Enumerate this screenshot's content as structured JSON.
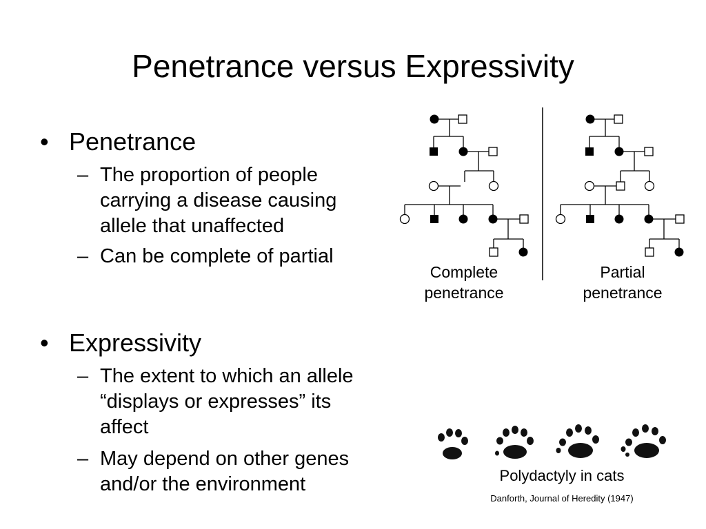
{
  "slide": {
    "title": "Penetrance versus Expressivity",
    "bullets": [
      {
        "marker": "•",
        "label": "Penetrance",
        "subs": [
          {
            "marker": "–",
            "lines": [
              "The proportion of people",
              "carrying a disease causing",
              "allele that unaffected"
            ]
          },
          {
            "marker": "–",
            "lines": [
              "Can be complete of partial"
            ]
          }
        ]
      },
      {
        "marker": "•",
        "label": "Expressivity",
        "subs": [
          {
            "marker": "–",
            "lines": [
              "The extent to which an allele",
              "“displays or expresses” its",
              "affect"
            ]
          },
          {
            "marker": "–",
            "lines": [
              "May depend on other genes",
              "and/or the environment"
            ]
          }
        ]
      }
    ]
  },
  "pedigrees": {
    "complete": {
      "caption_lines": [
        "Complete",
        "penetrance"
      ]
    },
    "partial": {
      "caption_lines": [
        "Partial",
        "penetrance"
      ]
    }
  },
  "figure": {
    "caption": "Polydactyly in cats",
    "citation": "Danforth, Journal of Heredity (1947)"
  }
}
